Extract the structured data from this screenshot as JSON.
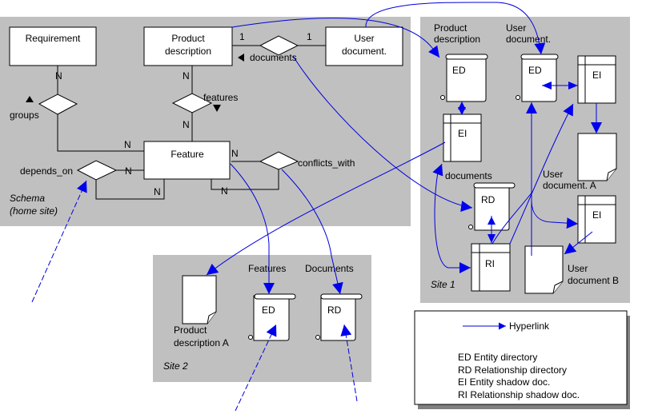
{
  "schema": {
    "caption_line1": "Schema",
    "caption_line2": "(home site)",
    "entities": {
      "requirement": "Requirement",
      "product_description": [
        "Product",
        "description"
      ],
      "user_document": [
        "User",
        "document."
      ],
      "feature": "Feature"
    },
    "relationships": {
      "groups": "groups",
      "features": "features",
      "documents": "documents",
      "depends_on": "depends_on",
      "conflicts_with": "conflicts_with"
    },
    "cardinalities": {
      "req_groups": "N",
      "groups_feature": "N",
      "pd_features": "N",
      "features_feature": "N",
      "pd_documents": "1",
      "documents_ud": "1",
      "feature_depends": "N",
      "depends_feature": "N",
      "feature_conflicts": "N",
      "conflicts_feature": "N"
    }
  },
  "site1": {
    "caption": "Site 1",
    "labels": {
      "product_description": [
        "Product",
        "description"
      ],
      "user_document": [
        "User",
        "document."
      ],
      "documents": "documents",
      "user_document_a": [
        "User",
        "document. A"
      ],
      "user_document_b": [
        "User",
        "document B"
      ]
    },
    "nodes": {
      "ed1": "ED",
      "ed2": "ED",
      "ei1": "EI",
      "ei2": "EI",
      "ei3": "EI",
      "rd": "RD",
      "ri": "RI"
    }
  },
  "site2": {
    "caption": "Site 2",
    "labels": {
      "product_description_a": [
        "Product",
        "description A"
      ],
      "features": "Features",
      "documents": "Documents"
    },
    "nodes": {
      "ed": "ED",
      "rd": "RD"
    }
  },
  "legend": {
    "hyperlink": "Hyperlink",
    "items": [
      "ED Entity directory",
      "RD Relationship directory",
      "EI Entity shadow doc.",
      "RI Relationship shadow doc."
    ]
  },
  "colors": {
    "panel": "#c0c0c0",
    "hyperlink": "#0000dd",
    "shadow": "#808080"
  }
}
